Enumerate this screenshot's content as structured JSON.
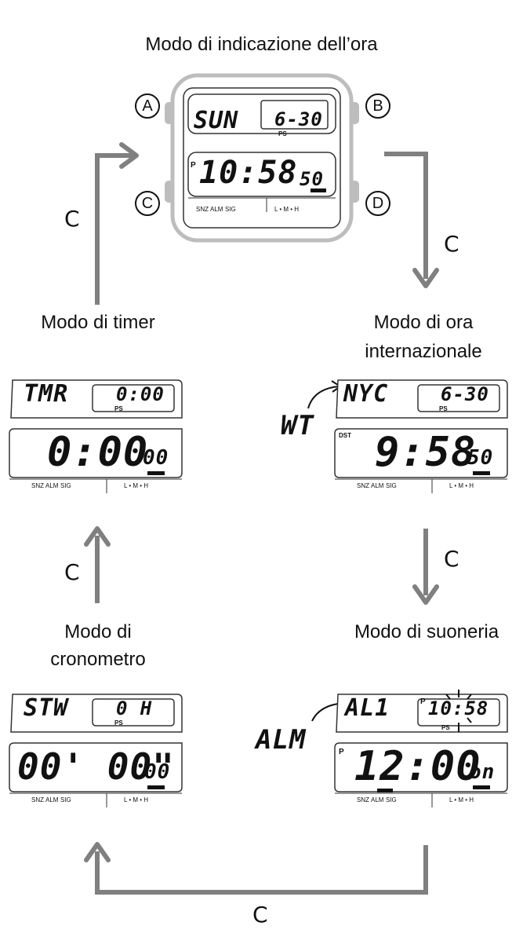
{
  "titles": {
    "timekeeping": "Modo di indicazione dell’ora",
    "timer": "Modo di timer",
    "worldtime_line1": "Modo di ora",
    "worldtime_line2": "internazionale",
    "stopwatch_line1": "Modo di",
    "stopwatch_line2": "cronometro",
    "alarm": "Modo di suoneria"
  },
  "buttons": {
    "a": "A",
    "b": "B",
    "c": "C",
    "d": "D"
  },
  "c_label": "C",
  "callouts": {
    "worldtime": "WT",
    "alarm": "ALM"
  },
  "indicators": {
    "snz": "SNZ",
    "alm": "ALM",
    "sig": "SIG",
    "lmh": "L • M • H",
    "ps": "PS",
    "pm": "P",
    "dst": "DST"
  },
  "timekeeping": {
    "day": "SUN",
    "date": "6-30",
    "time": "10:58",
    "seconds": "50"
  },
  "timer": {
    "label": "TMR",
    "setting": "0:00",
    "time": "0:00",
    "seconds": "00"
  },
  "worldtime": {
    "city": "NYC",
    "date": "6-30",
    "time": "9:58",
    "seconds": "50"
  },
  "stopwatch": {
    "label": "STW",
    "hours": "0 H",
    "time": "00' 00\"",
    "seconds": "00"
  },
  "alarm": {
    "label": "AL1",
    "current_time": "10:58",
    "time": "12:00",
    "status": "on"
  },
  "colors": {
    "arrow": "#808080",
    "case": "#bdbdbd",
    "ink": "#111111"
  }
}
